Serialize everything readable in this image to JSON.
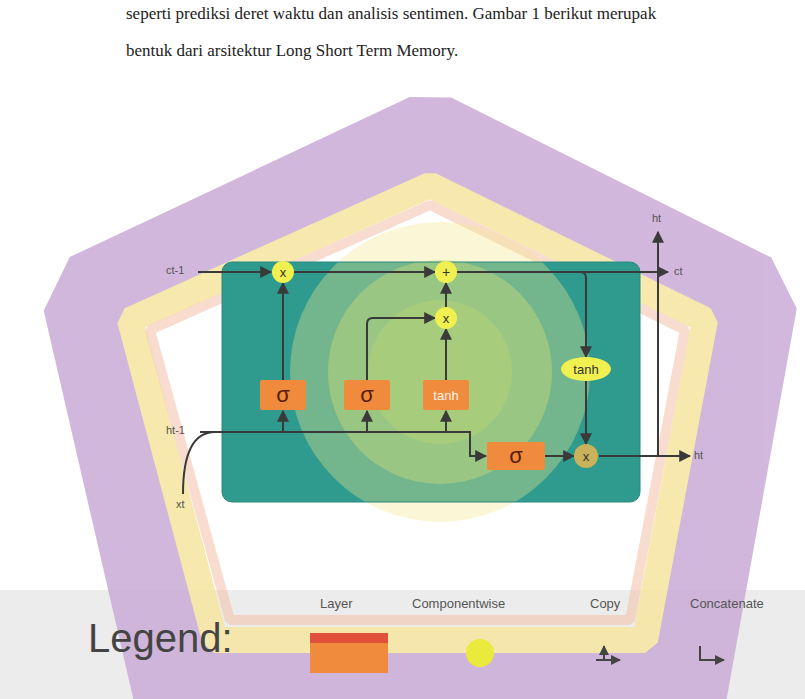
{
  "diagram": {
    "nodes": [
      {
        "text": [
          "x"
        ]
      },
      {
        "text": [
          "+"
        ]
      },
      {
        "text": [
          "x"
        ]
      },
      {
        "text": [
          "tanh"
        ]
      },
      {
        "text": [
          "σ"
        ]
      },
      {
        "text": [
          "σ"
        ]
      },
      {
        "text": [
          "tanh"
        ]
      },
      {
        "text": [
          "σ"
        ]
      },
      {
        "text": [
          "x"
        ]
      }
    ],
    "edges": [
      {
        "from": 4,
        "to": 0,
        "arrow": "to"
      },
      {
        "from": 0,
        "to": 1,
        "arrow": "to"
      },
      {
        "from": 2,
        "to": 1,
        "arrow": "to"
      },
      {
        "from": 5,
        "to": 2,
        "arrow": "to"
      },
      {
        "from": 6,
        "to": 2,
        "arrow": "to"
      },
      {
        "from": 1,
        "to": 3,
        "arrow": "to"
      },
      {
        "from": 3,
        "to": 8,
        "arrow": "to"
      },
      {
        "from": 7,
        "to": 8,
        "arrow": "to"
      }
    ],
    "labels": [
      "seperti prediksi deret waktu dan analisis sentimen. Gambar 1 berikut merupak",
      "bentuk dari arsitektur Long Short Term Memory.",
      "ht",
      "ct-1",
      "ct",
      "ht-1",
      "ht",
      "xt",
      "Legend:"
    ],
    "legend": [
      {
        "text": "Layer",
        "color": "#f08a3c"
      },
      {
        "text": "Componentwise",
        "color": "#eaea3c"
      },
      {
        "text": "Copy"
      },
      {
        "text": "Concatenate"
      }
    ]
  }
}
